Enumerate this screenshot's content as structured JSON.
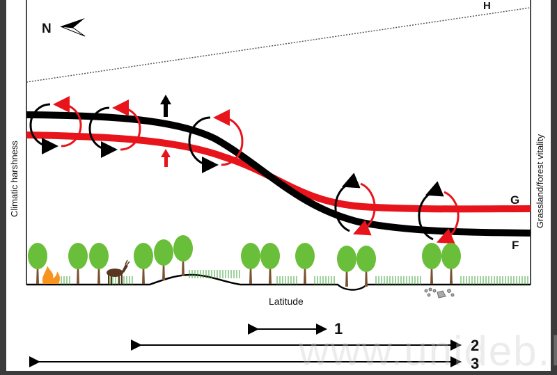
{
  "labels": {
    "north": "N",
    "H": "H",
    "G": "G",
    "F": "F",
    "y_left": "Climatic harshness",
    "y_right": "Grassland/forest vitality",
    "x_axis": "Latitude",
    "scale1": "1",
    "scale2": "2",
    "scale3": "3"
  },
  "watermark": "www.unideb.hu",
  "colors": {
    "forest_line": "#000000",
    "grassland_line": "#e8141b",
    "tree": "#6abf3a",
    "trunk": "#7a5230",
    "grass": "#3fa33a",
    "fire": "#f7941d"
  }
}
